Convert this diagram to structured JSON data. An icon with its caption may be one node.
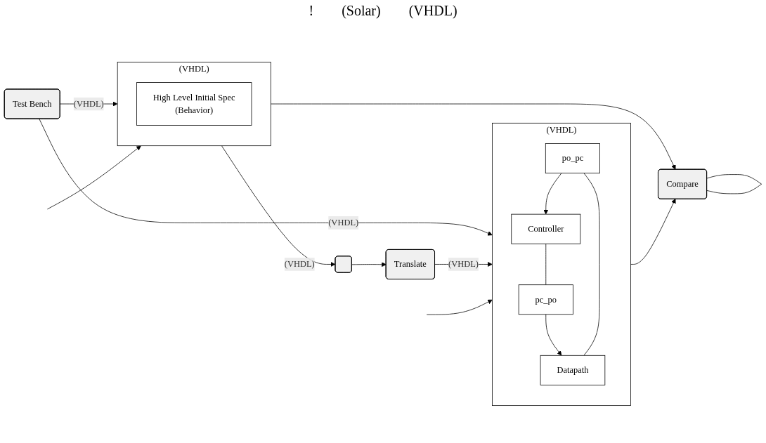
{
  "diagram": {
    "nodes": [
      {
        "text": [
          "Test Bench"
        ]
      },
      {
        "text": [],
        "shape": "box"
      },
      {
        "text": [
          "Translate"
        ]
      },
      {
        "text": [
          "(VHDL)"
        ]
      },
      {
        "text": [
          "High Level Initial Spec",
          "(Behavior)"
        ],
        "in": 3
      },
      {
        "text": [
          "(VHDL)"
        ]
      },
      {
        "text": [
          "Controller"
        ],
        "in": 5
      },
      {
        "text": [
          "pc_po"
        ],
        "in": 5
      },
      {
        "text": [
          "po_pc"
        ],
        "in": 5
      },
      {
        "text": [
          "Datapath"
        ],
        "in": 5
      },
      {
        "text": [
          "Compare"
        ]
      }
    ],
    "edges": [
      {
        "from": 0,
        "to": 3,
        "label": "(VHDL)",
        "arrow": "to"
      },
      {
        "from": 0,
        "to": 5,
        "label": "(VHDL)",
        "arrow": "to"
      },
      {
        "from": 3,
        "to": 1,
        "label": "(VHDL)",
        "arrow": "to"
      },
      {
        "from": 1,
        "to": 2,
        "arrow": "to"
      },
      {
        "from": 2,
        "to": 5,
        "label": "(VHDL)",
        "arrow": "to"
      },
      {
        "from": null,
        "to": 3,
        "arrow": "to"
      },
      {
        "from": null,
        "to": 5,
        "arrow": "to"
      },
      {
        "from": 3,
        "to": 10,
        "arrow": "to"
      },
      {
        "from": 5,
        "to": 10,
        "arrow": "to"
      },
      {
        "from": 6,
        "to": 7,
        "arrow": "none"
      },
      {
        "from": 7,
        "to": 9,
        "arrow": "to"
      },
      {
        "from": 8,
        "to": 6,
        "arrow": "to"
      },
      {
        "from": 8,
        "to": 9,
        "arrow": "none"
      },
      {
        "from": 10,
        "to": 10,
        "arrow": "none"
      }
    ],
    "labels": [
      "!",
      "(Solar)",
      "(VHDL)"
    ]
  }
}
